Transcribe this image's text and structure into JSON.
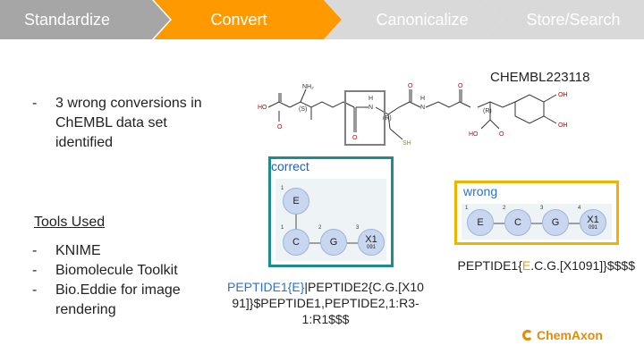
{
  "steps": [
    "Standardize",
    "Convert",
    "Canonicalize",
    "Store/Search"
  ],
  "chembl_id": "CHEMBL223118",
  "left_text": {
    "finding": "3 wrong conversions in ChEMBL data set identified",
    "tools_heading": "Tools Used",
    "tools": [
      "KNIME",
      "Biomolecule Toolkit",
      "Bio.Eddie for image rendering"
    ]
  },
  "molecule_labels": {
    "nh2": "NH₂",
    "ho": "HO",
    "s": "(S)",
    "r1": "(R)",
    "r2": "(R)",
    "h1": "H",
    "n1": "N",
    "h2": "H",
    "n2": "N",
    "o1": "O",
    "o2": "O",
    "o3": "O",
    "o4": "O",
    "o5": "O",
    "sh": "SH",
    "oh1": "OH",
    "oh2": "OH",
    "ho2": "HO"
  },
  "correct": {
    "label": "correct",
    "row1": [
      {
        "index": "1",
        "monomer": "E",
        "sub": ""
      }
    ],
    "row2": [
      {
        "index": "1",
        "monomer": "C",
        "sub": ""
      },
      {
        "index": "2",
        "monomer": "G",
        "sub": ""
      },
      {
        "index": "3",
        "monomer": "X1",
        "sub": "091"
      }
    ]
  },
  "wrong": {
    "label": "wrong",
    "monomers": [
      {
        "index": "1",
        "monomer": "E",
        "sub": ""
      },
      {
        "index": "2",
        "monomer": "C",
        "sub": ""
      },
      {
        "index": "3",
        "monomer": "G",
        "sub": ""
      },
      {
        "index": "4",
        "monomer": "X1",
        "sub": "091"
      }
    ]
  },
  "helm_wrong": {
    "prefix": "PEPTIDE1{",
    "highlight": "E",
    "suffix": ".C.G.[X1091]}$$$$"
  },
  "helm_correct": {
    "part1": "PEPTIDE1{E}",
    "part2": "|PEPTIDE2{C.G.[X10",
    "part3": "91]}$PEPTIDE1,PEPTIDE2,1:R3-",
    "part4": "1:R1$$$"
  },
  "logo": "ChemAxon",
  "colors": {
    "standardize": "#a6a6a6",
    "convert": "#ff9900",
    "inactive": "#d9d9d9",
    "correct_border": "#1e8c8c",
    "wrong_border": "#f0b400",
    "helm_blue": "#2e6fd6",
    "highlight_orange": "#e8a400"
  }
}
